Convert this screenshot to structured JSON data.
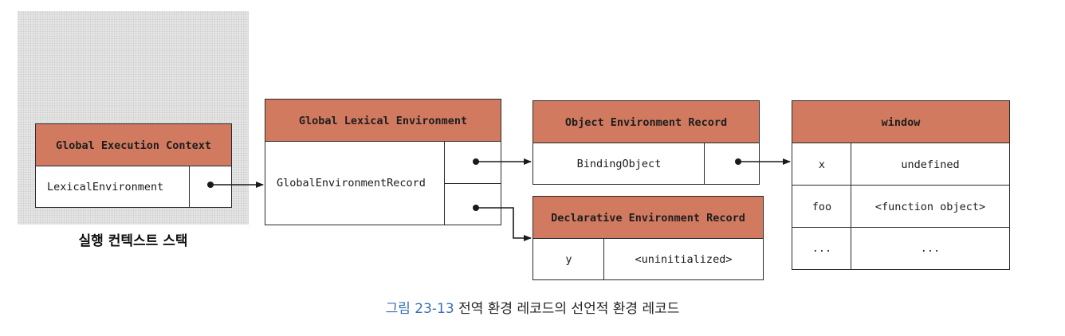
{
  "execution_stack": {
    "header": "Global Execution Context",
    "row_label": "LexicalEnvironment",
    "label": "실행 컨텍스트 스택"
  },
  "global_lexical_env": {
    "header": "Global Lexical Environment",
    "row_label": "GlobalEnvironmentRecord"
  },
  "object_env_record": {
    "header": "Object Environment Record",
    "row_label": "BindingObject"
  },
  "declarative_env_record": {
    "header": "Declarative Environment Record",
    "key": "y",
    "value": "<uninitialized>"
  },
  "window_object": {
    "header": "window",
    "rows": [
      {
        "key": "x",
        "value": "undefined"
      },
      {
        "key": "foo",
        "value": "<function object>"
      },
      {
        "key": "...",
        "value": "..."
      }
    ]
  },
  "caption": {
    "number": "그림 23-13",
    "text": "전역 환경 레코드의 선언적 환경 레코드"
  },
  "colors": {
    "header_fill": "#d17a60",
    "caption_number": "#3a6fb5"
  }
}
